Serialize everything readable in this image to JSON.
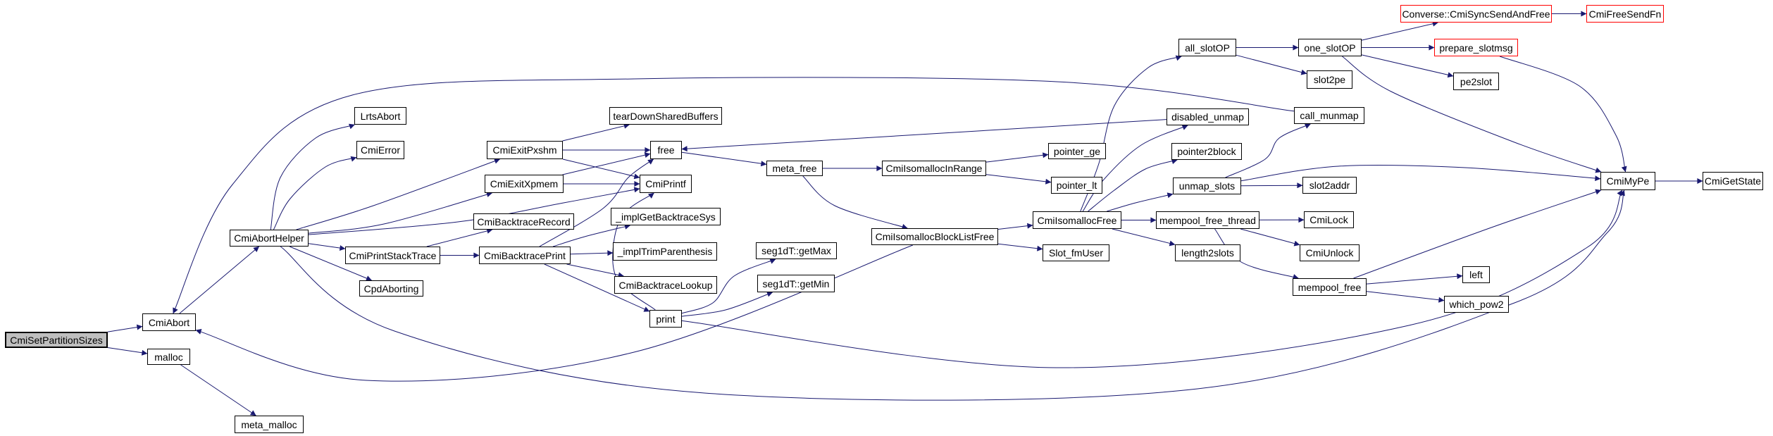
{
  "diagram": {
    "type": "call-graph",
    "root_function": "CmiSetPartitionSizes",
    "colors": {
      "edge": "#191970",
      "node_border": "#000000",
      "node_fill": "#ffffff",
      "root_fill": "#bfbfbf",
      "external_border": "#ff0000",
      "background": "#ffffff"
    },
    "nodes": [
      {
        "id": "cmi-set-partition-sizes",
        "label": "CmiSetPartitionSizes",
        "style": "root"
      },
      {
        "id": "cmi-abort",
        "label": "CmiAbort",
        "style": "normal"
      },
      {
        "id": "malloc",
        "label": "malloc",
        "style": "normal"
      },
      {
        "id": "meta-malloc",
        "label": "meta_malloc",
        "style": "normal"
      },
      {
        "id": "cmi-abort-helper",
        "label": "CmiAbortHelper",
        "style": "normal"
      },
      {
        "id": "lrts-abort",
        "label": "LrtsAbort",
        "style": "normal"
      },
      {
        "id": "cmi-error",
        "label": "CmiError",
        "style": "normal"
      },
      {
        "id": "cmi-exit-pxshm",
        "label": "CmiExitPxshm",
        "style": "normal"
      },
      {
        "id": "cmi-exit-xpmem",
        "label": "CmiExitXpmem",
        "style": "normal"
      },
      {
        "id": "cmi-print-stack-trace",
        "label": "CmiPrintStackTrace",
        "style": "normal"
      },
      {
        "id": "cpd-aborting",
        "label": "CpdAborting",
        "style": "normal"
      },
      {
        "id": "cmi-backtrace-record",
        "label": "CmiBacktraceRecord",
        "style": "normal"
      },
      {
        "id": "cmi-backtrace-print",
        "label": "CmiBacktracePrint",
        "style": "normal"
      },
      {
        "id": "tear-down-shared-buffers",
        "label": "tearDownSharedBuffers",
        "style": "normal"
      },
      {
        "id": "free",
        "label": "free",
        "style": "normal"
      },
      {
        "id": "cmi-printf",
        "label": "CmiPrintf",
        "style": "normal"
      },
      {
        "id": "impl-get-backtrace-sys",
        "label": "_implGetBacktraceSys",
        "style": "normal"
      },
      {
        "id": "impl-trim-parenthesis",
        "label": "_implTrimParenthesis",
        "style": "normal"
      },
      {
        "id": "cmi-backtrace-lookup",
        "label": "CmiBacktraceLookup",
        "style": "normal"
      },
      {
        "id": "print",
        "label": "print",
        "style": "normal"
      },
      {
        "id": "seg1dt-get-max",
        "label": "seg1dT::getMax",
        "style": "normal"
      },
      {
        "id": "seg1dt-get-min",
        "label": "seg1dT::getMin",
        "style": "normal"
      },
      {
        "id": "meta-free",
        "label": "meta_free",
        "style": "normal"
      },
      {
        "id": "cmi-isomalloc-in-range",
        "label": "CmiIsomallocInRange",
        "style": "normal"
      },
      {
        "id": "pointer-ge",
        "label": "pointer_ge",
        "style": "normal"
      },
      {
        "id": "pointer-lt",
        "label": "pointer_lt",
        "style": "normal"
      },
      {
        "id": "cmi-isomalloc-block-list-free",
        "label": "CmiIsomallocBlockListFree",
        "style": "normal"
      },
      {
        "id": "cmi-isomalloc-free",
        "label": "CmiIsomallocFree",
        "style": "normal"
      },
      {
        "id": "slot-fm-user",
        "label": "Slot_fmUser",
        "style": "normal"
      },
      {
        "id": "all-slot-op",
        "label": "all_slotOP",
        "style": "normal"
      },
      {
        "id": "one-slot-op",
        "label": "one_slotOP",
        "style": "normal"
      },
      {
        "id": "slot2pe",
        "label": "slot2pe",
        "style": "normal"
      },
      {
        "id": "converse-cmi-sync-send-and-free",
        "label": "Converse::CmiSyncSendAndFree",
        "style": "red"
      },
      {
        "id": "cmi-free-send-fn",
        "label": "CmiFreeSendFn",
        "style": "red"
      },
      {
        "id": "prepare-slotmsg",
        "label": "prepare_slotmsg",
        "style": "red"
      },
      {
        "id": "pe2slot",
        "label": "pe2slot",
        "style": "normal"
      },
      {
        "id": "disabled-unmap",
        "label": "disabled_unmap",
        "style": "normal"
      },
      {
        "id": "pointer2block",
        "label": "pointer2block",
        "style": "normal"
      },
      {
        "id": "unmap-slots",
        "label": "unmap_slots",
        "style": "normal"
      },
      {
        "id": "mempool-free-thread",
        "label": "mempool_free_thread",
        "style": "normal"
      },
      {
        "id": "length2slots",
        "label": "length2slots",
        "style": "normal"
      },
      {
        "id": "call-munmap",
        "label": "call_munmap",
        "style": "normal"
      },
      {
        "id": "slot2addr",
        "label": "slot2addr",
        "style": "normal"
      },
      {
        "id": "cmi-lock",
        "label": "CmiLock",
        "style": "normal"
      },
      {
        "id": "cmi-unlock",
        "label": "CmiUnlock",
        "style": "normal"
      },
      {
        "id": "mempool-free",
        "label": "mempool_free",
        "style": "normal"
      },
      {
        "id": "left",
        "label": "left",
        "style": "normal"
      },
      {
        "id": "which-pow2",
        "label": "which_pow2",
        "style": "normal"
      },
      {
        "id": "cmi-my-pe",
        "label": "CmiMyPe",
        "style": "normal"
      },
      {
        "id": "cmi-get-state",
        "label": "CmiGetState",
        "style": "normal"
      }
    ],
    "edges": [
      {
        "from": "cmi-set-partition-sizes",
        "to": "cmi-abort"
      },
      {
        "from": "cmi-set-partition-sizes",
        "to": "malloc"
      },
      {
        "from": "malloc",
        "to": "meta-malloc"
      },
      {
        "from": "cmi-abort",
        "to": "cmi-abort-helper"
      },
      {
        "from": "cmi-abort-helper",
        "to": "lrts-abort"
      },
      {
        "from": "cmi-abort-helper",
        "to": "cmi-error"
      },
      {
        "from": "cmi-abort-helper",
        "to": "cmi-exit-pxshm"
      },
      {
        "from": "cmi-abort-helper",
        "to": "cmi-exit-xpmem"
      },
      {
        "from": "cmi-abort-helper",
        "to": "cmi-print-stack-trace"
      },
      {
        "from": "cmi-abort-helper",
        "to": "cpd-aborting"
      },
      {
        "from": "cmi-abort-helper",
        "to": "cmi-printf"
      },
      {
        "from": "cmi-abort-helper",
        "to": "cmi-my-pe"
      },
      {
        "from": "call-munmap",
        "to": "cmi-abort"
      },
      {
        "from": "cmi-print-stack-trace",
        "to": "cmi-backtrace-record"
      },
      {
        "from": "cmi-print-stack-trace",
        "to": "cmi-backtrace-print"
      },
      {
        "from": "cmi-backtrace-print",
        "to": "free"
      },
      {
        "from": "cmi-backtrace-print",
        "to": "impl-get-backtrace-sys"
      },
      {
        "from": "cmi-backtrace-print",
        "to": "impl-trim-parenthesis"
      },
      {
        "from": "cmi-backtrace-print",
        "to": "cmi-backtrace-lookup"
      },
      {
        "from": "cmi-backtrace-print",
        "to": "print"
      },
      {
        "from": "cmi-exit-pxshm",
        "to": "tear-down-shared-buffers"
      },
      {
        "from": "cmi-exit-pxshm",
        "to": "free"
      },
      {
        "from": "cmi-exit-pxshm",
        "to": "cmi-printf"
      },
      {
        "from": "cmi-exit-xpmem",
        "to": "free"
      },
      {
        "from": "cmi-exit-xpmem",
        "to": "cmi-printf"
      },
      {
        "from": "free",
        "to": "meta-free"
      },
      {
        "from": "disabled-unmap",
        "to": "free"
      },
      {
        "from": "meta-free",
        "to": "cmi-isomalloc-in-range"
      },
      {
        "from": "meta-free",
        "to": "cmi-isomalloc-block-list-free"
      },
      {
        "from": "cmi-isomalloc-in-range",
        "to": "pointer-ge"
      },
      {
        "from": "cmi-isomalloc-in-range",
        "to": "pointer-lt"
      },
      {
        "from": "cmi-isomalloc-block-list-free",
        "to": "cmi-isomalloc-free"
      },
      {
        "from": "cmi-isomalloc-block-list-free",
        "to": "slot-fm-user"
      },
      {
        "from": "cmi-isomalloc-block-list-free",
        "to": "cmi-abort"
      },
      {
        "from": "cmi-isomalloc-free",
        "to": "all-slot-op"
      },
      {
        "from": "cmi-isomalloc-free",
        "to": "disabled-unmap"
      },
      {
        "from": "cmi-isomalloc-free",
        "to": "pointer2block"
      },
      {
        "from": "cmi-isomalloc-free",
        "to": "unmap-slots"
      },
      {
        "from": "cmi-isomalloc-free",
        "to": "mempool-free-thread"
      },
      {
        "from": "cmi-isomalloc-free",
        "to": "length2slots"
      },
      {
        "from": "unmap-slots",
        "to": "call-munmap"
      },
      {
        "from": "unmap-slots",
        "to": "slot2addr"
      },
      {
        "from": "unmap-slots",
        "to": "cmi-my-pe"
      },
      {
        "from": "mempool-free-thread",
        "to": "cmi-lock"
      },
      {
        "from": "mempool-free-thread",
        "to": "cmi-unlock"
      },
      {
        "from": "mempool-free-thread",
        "to": "mempool-free"
      },
      {
        "from": "mempool-free",
        "to": "left"
      },
      {
        "from": "mempool-free",
        "to": "which-pow2"
      },
      {
        "from": "mempool-free",
        "to": "cmi-my-pe"
      },
      {
        "from": "all-slot-op",
        "to": "one-slot-op"
      },
      {
        "from": "all-slot-op",
        "to": "slot2pe"
      },
      {
        "from": "one-slot-op",
        "to": "converse-cmi-sync-send-and-free"
      },
      {
        "from": "one-slot-op",
        "to": "prepare-slotmsg"
      },
      {
        "from": "one-slot-op",
        "to": "pe2slot"
      },
      {
        "from": "one-slot-op",
        "to": "cmi-my-pe"
      },
      {
        "from": "prepare-slotmsg",
        "to": "cmi-my-pe"
      },
      {
        "from": "converse-cmi-sync-send-and-free",
        "to": "cmi-free-send-fn"
      },
      {
        "from": "cmi-my-pe",
        "to": "cmi-get-state"
      },
      {
        "from": "print",
        "to": "seg1dt-get-max"
      },
      {
        "from": "print",
        "to": "seg1dt-get-min"
      },
      {
        "from": "print",
        "to": "cmi-printf"
      },
      {
        "from": "print",
        "to": "cmi-my-pe"
      }
    ]
  }
}
